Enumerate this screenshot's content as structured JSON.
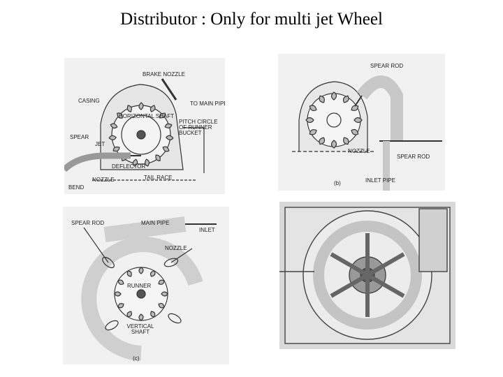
{
  "title": "Distributor : Only for multi jet Wheel",
  "panels": [
    {
      "labels": {
        "brake_nozzle": "BRAKE NOZZLE",
        "casing": "CASING",
        "to_main_pipe": "TO MAIN PIPE",
        "horizontal_shaft": "HORIZONTAL SHAFT",
        "pitch_circle": "PITCH CIRCLE OF RUNNER BUCKET",
        "spear": "SPEAR",
        "jet": "JET",
        "deflector": "DEFLECTOR",
        "nozzle": "NOZZLE",
        "tail_race": "TAIL RACE",
        "bend": "BEND"
      }
    },
    {
      "labels": {
        "spear_rod_top": "SPEAR ROD",
        "nozzle": "NOZZLE",
        "spear_rod": "SPEAR ROD",
        "inlet_pipe": "INLET PIPE",
        "caption": "(b)"
      }
    },
    {
      "labels": {
        "spear_rod": "SPEAR ROD",
        "main_pipe": "MAIN PIPE",
        "inlet": "INLET",
        "nozzle": "NOZZLE",
        "runner": "RUNNER",
        "vertical_shaft": "VERTICAL SHAFT",
        "caption": "(c)"
      }
    },
    {
      "labels": {}
    }
  ]
}
